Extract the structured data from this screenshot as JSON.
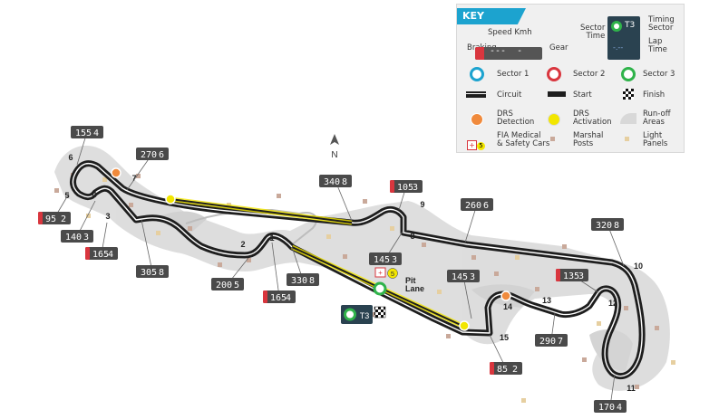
{
  "key": {
    "title": "KEY",
    "speed_kmh": "Speed Kmh",
    "braking": "Braking",
    "gear": "Gear",
    "sector_time": "Sector\nTime",
    "timing_sector": "Timing\nSector",
    "lap_time": "Lap\nTime",
    "timing_code": "T3",
    "legend": [
      {
        "label": "Sector 1"
      },
      {
        "label": "Sector 2"
      },
      {
        "label": "Sector 3"
      },
      {
        "label": "Circuit"
      },
      {
        "label": "Start"
      },
      {
        "label": "Finish"
      },
      {
        "label": "DRS\nDetection"
      },
      {
        "label": "DRS\nActivation"
      },
      {
        "label": "Run-off\nAreas"
      },
      {
        "label": "FIA Medical\n& Safety Cars"
      },
      {
        "label": "Marshal\nPosts"
      },
      {
        "label": "Light\nPanels"
      }
    ],
    "colors": {
      "sector1": "#1ca3cf",
      "sector2": "#d9363e",
      "sector3": "#2fb34a",
      "drs_detection": "#f08a3c",
      "drs_activation": "#f2e600",
      "marshal": "#c9a99a",
      "light_panel": "#e6cfa0"
    }
  },
  "corners": [
    "1",
    "2",
    "3",
    "4",
    "5",
    "6",
    "7",
    "8",
    "9",
    "10",
    "11",
    "12",
    "13",
    "14",
    "15"
  ],
  "speed_boxes": [
    {
      "speed": "155",
      "gear": "4"
    },
    {
      "speed": "270",
      "gear": "6"
    },
    {
      "speed": "95",
      "gear": "2"
    },
    {
      "speed": "140",
      "gear": "3"
    },
    {
      "speed": "165",
      "gear": "4"
    },
    {
      "speed": "305",
      "gear": "8"
    },
    {
      "speed": "200",
      "gear": "5"
    },
    {
      "speed": "165",
      "gear": "4"
    },
    {
      "speed": "330",
      "gear": "8"
    },
    {
      "speed": "340",
      "gear": "8"
    },
    {
      "speed": "105",
      "gear": "3"
    },
    {
      "speed": "145",
      "gear": "3"
    },
    {
      "speed": "260",
      "gear": "6"
    },
    {
      "speed": "320",
      "gear": "8"
    },
    {
      "speed": "145",
      "gear": "3"
    },
    {
      "speed": "135",
      "gear": "3"
    },
    {
      "speed": "290",
      "gear": "7"
    },
    {
      "speed": "85",
      "gear": "2"
    },
    {
      "speed": "170",
      "gear": "4"
    }
  ],
  "pit_lane": "Pit\nLane",
  "north": "N",
  "safety_car": "+5",
  "timing_marker": "T3"
}
